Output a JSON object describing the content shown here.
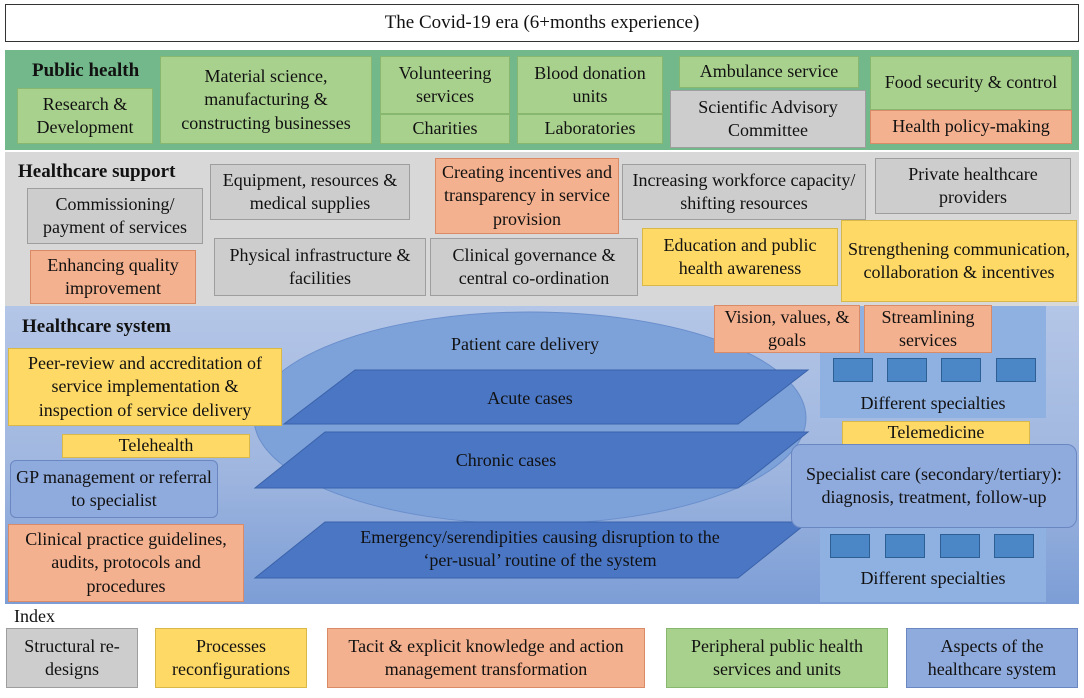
{
  "title": "The Covid-19 era (6+months experience)",
  "public_health": {
    "heading": "Public health",
    "research": "Research & Development",
    "material": "Material science, manufacturing & constructing businesses",
    "volunteering": "Volunteering services",
    "charities": "Charities",
    "blood": "Blood donation units",
    "labs": "Laboratories",
    "ambulance": "Ambulance service",
    "sac": "Scientific Advisory Committee",
    "food": "Food security & control",
    "policy": "Health policy-making"
  },
  "healthcare_support": {
    "heading": "Healthcare support",
    "commissioning": "Commissioning/ payment of services",
    "equipment": "Equipment, resources & medical supplies",
    "incentives": "Creating incentives and transparency in service provision",
    "workforce": "Increasing workforce capacity/ shifting resources",
    "private": "Private healthcare providers",
    "quality": "Enhancing quality improvement",
    "infrastructure": "Physical infrastructure & facilities",
    "governance": "Clinical governance & central co-ordination",
    "education": "Education and public health awareness",
    "communication": "Strengthening communication, collaboration & incentives"
  },
  "healthcare_system": {
    "heading": "Healthcare system",
    "vision": "Vision, values, & goals",
    "streamlining": "Streamlining services",
    "patient_care": "Patient care delivery",
    "peer_review": "Peer-review and accreditation of service implementation & inspection of service delivery",
    "acute": "Acute cases",
    "specialties_top": "Different specialties",
    "telehealth": "Telehealth",
    "telemedicine": "Telemedicine",
    "chronic": "Chronic cases",
    "gp": "GP management or referral to specialist",
    "specialist": "Specialist care (secondary/tertiary): diagnosis, treatment, follow-up",
    "guidelines": "Clinical practice guidelines, audits, protocols and procedures",
    "emergency": "Emergency/serendipities causing disruption to the ‘per-usual’ routine of the system",
    "specialties_bottom": "Different specialties"
  },
  "index": {
    "label": "Index",
    "structural": "Structural re-designs",
    "processes": "Processes reconfigurations",
    "knowledge": "Tacit & explicit knowledge and action management transformation",
    "peripheral": "Peripheral public health services and units",
    "aspects": "Aspects of the healthcare system"
  },
  "colors": {
    "structural": "#cdcdcd",
    "processes": "#ffd966",
    "knowledge": "#f4b18f",
    "peripheral": "#a9d18e",
    "aspects": "#8faadc"
  }
}
